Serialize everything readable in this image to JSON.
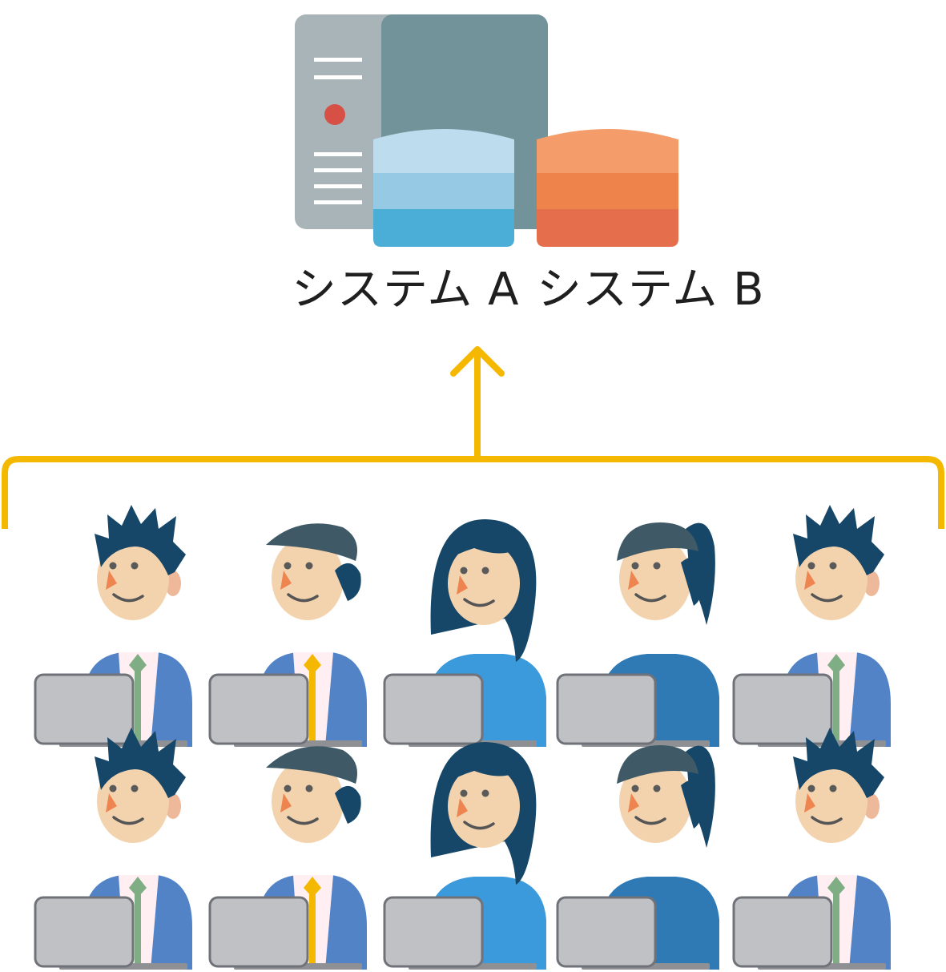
{
  "systems": [
    {
      "label": "システム A",
      "colors": [
        "#BDDDEF",
        "#96C9E3",
        "#4BAED6"
      ]
    },
    {
      "label": "システム B",
      "colors": [
        "#F49D6A",
        "#EE844B",
        "#E56E4D"
      ]
    }
  ],
  "server_colors": {
    "body": "#A8B4B8",
    "front": "#73939A",
    "led": "#D65046"
  },
  "connector_color": "#F5B800",
  "users": [
    [
      {
        "type": "man-spiky",
        "tie": "#7FAE84"
      },
      {
        "type": "man-combed",
        "tie": "#F5B800"
      },
      {
        "type": "woman-long"
      },
      {
        "type": "woman-ponytail"
      },
      {
        "type": "man-spiky",
        "tie": "#7FAE84"
      }
    ],
    [
      {
        "type": "man-spiky",
        "tie": "#7FAE84"
      },
      {
        "type": "man-combed",
        "tie": "#F5B800"
      },
      {
        "type": "woman-long"
      },
      {
        "type": "woman-ponytail"
      },
      {
        "type": "man-spiky",
        "tie": "#7FAE84"
      }
    ]
  ]
}
